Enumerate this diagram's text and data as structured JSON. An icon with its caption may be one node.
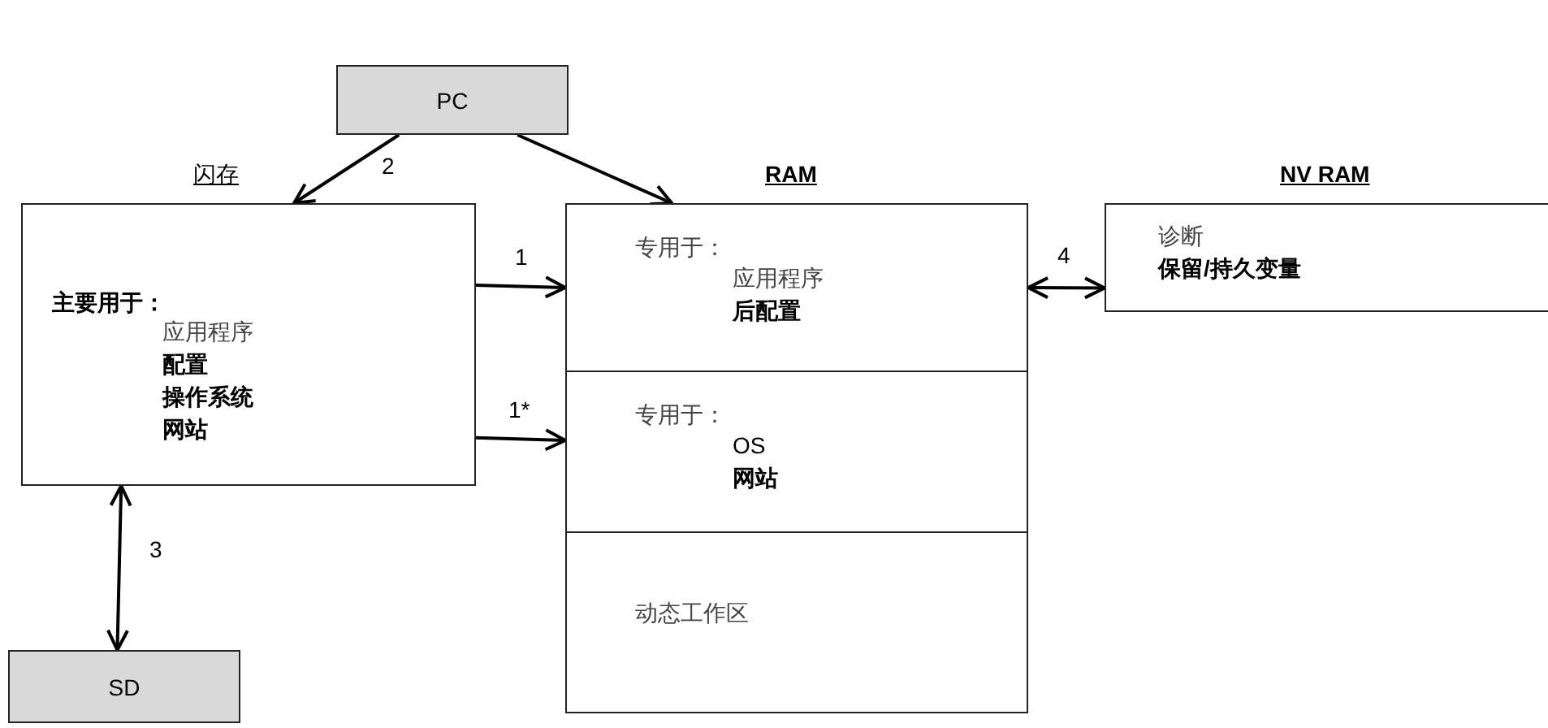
{
  "diagram": {
    "nodes": [
      {
        "text": [
          "PC"
        ]
      },
      {
        "text": [
          "闪存",
          "主要用于：",
          "应用程序",
          "配置",
          "操作系统",
          "网站"
        ]
      },
      {
        "text": [
          "RAM"
        ]
      },
      {
        "text": [
          "专用于：",
          "应用程序",
          "后配置"
        ],
        "in": 2
      },
      {
        "text": [
          "专用于：",
          "OS",
          "网站"
        ],
        "in": 2
      },
      {
        "text": [
          "动态工作区"
        ],
        "in": 2
      },
      {
        "text": [
          "NV RAM",
          "诊断",
          "保留/持久变量"
        ]
      },
      {
        "text": [
          "SD"
        ]
      }
    ],
    "edges": [
      {
        "from": 0,
        "to": 1,
        "arrow": "to",
        "label": "2"
      },
      {
        "from": 0,
        "to": 2,
        "arrow": "to"
      },
      {
        "from": 1,
        "to": 3,
        "arrow": "to",
        "label": "1"
      },
      {
        "from": 1,
        "to": 4,
        "arrow": "to",
        "label": "1*"
      },
      {
        "from": 3,
        "to": 6,
        "arrow": "both",
        "label": "4"
      },
      {
        "from": 1,
        "to": 7,
        "arrow": "both",
        "label": "3"
      }
    ]
  }
}
